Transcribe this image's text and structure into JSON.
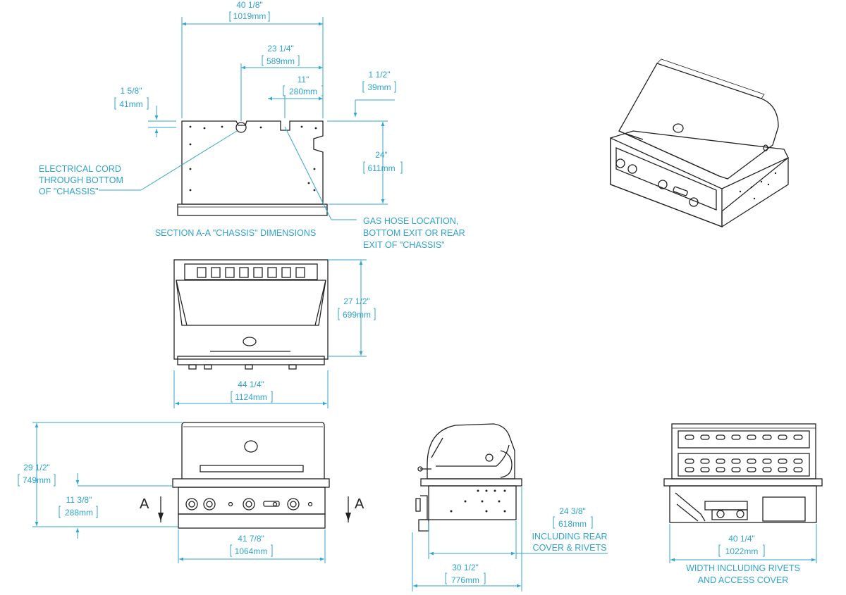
{
  "dimensions": {
    "chassis_width": {
      "in": "40 1/8\"",
      "mm": "1019mm"
    },
    "cord_offset": {
      "in": "23 1/4\"",
      "mm": "589mm"
    },
    "gas_offset": {
      "in": "11\"",
      "mm": "280mm"
    },
    "rear_lip": {
      "in": "1 1/2\"",
      "mm": "39mm"
    },
    "top_lip": {
      "in": "1 5/8\"",
      "mm": "41mm"
    },
    "chassis_depth": {
      "in": "24\"",
      "mm": "611mm"
    },
    "top_depth": {
      "in": "27 1/2\"",
      "mm": "699mm"
    },
    "top_width": {
      "in": "44 1/4\"",
      "mm": "1124mm"
    },
    "overall_height": {
      "in": "29 1/2\"",
      "mm": "749mm"
    },
    "base_height": {
      "in": "11 3/8\"",
      "mm": "288mm"
    },
    "front_width": {
      "in": "41 7/8\"",
      "mm": "1064mm"
    },
    "side_depth": {
      "in": "24 3/8\"",
      "mm": "618mm"
    },
    "side_total_depth": {
      "in": "30 1/2\"",
      "mm": "776mm"
    },
    "rear_width": {
      "in": "40 1/4\"",
      "mm": "1022mm"
    }
  },
  "notes": {
    "electrical": [
      "ELECTRICAL CORD",
      "THROUGH BOTTOM",
      "OF \"CHASSIS\""
    ],
    "gas": [
      "GAS HOSE LOCATION,",
      "BOTTOM EXIT OR REAR",
      "EXIT OF \"CHASSIS\""
    ],
    "section_title": "SECTION A-A \"CHASSIS\" DIMENSIONS",
    "rear_cover": [
      "INCLUDING REAR",
      "COVER & RIVETS"
    ],
    "width_note": [
      "WIDTH INCLUDING RIVETS",
      "AND ACCESS COVER"
    ],
    "section_mark": "A"
  },
  "colors": {
    "dimension": "#33a6cf",
    "outline": "#222222"
  }
}
